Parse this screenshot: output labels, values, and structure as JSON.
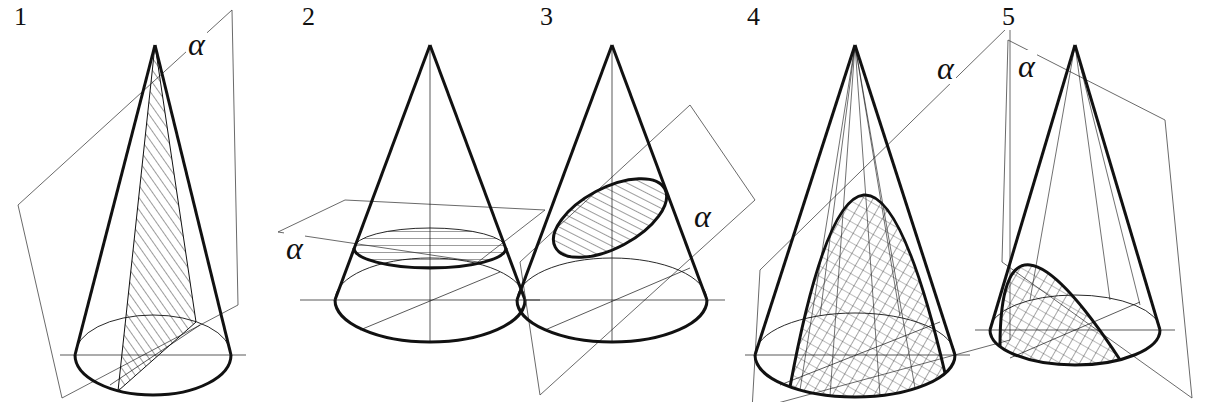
{
  "diagram": {
    "labels": [
      "1",
      "α",
      "2",
      "α",
      "3",
      "α",
      "4",
      "α",
      "5",
      "α"
    ]
  }
}
